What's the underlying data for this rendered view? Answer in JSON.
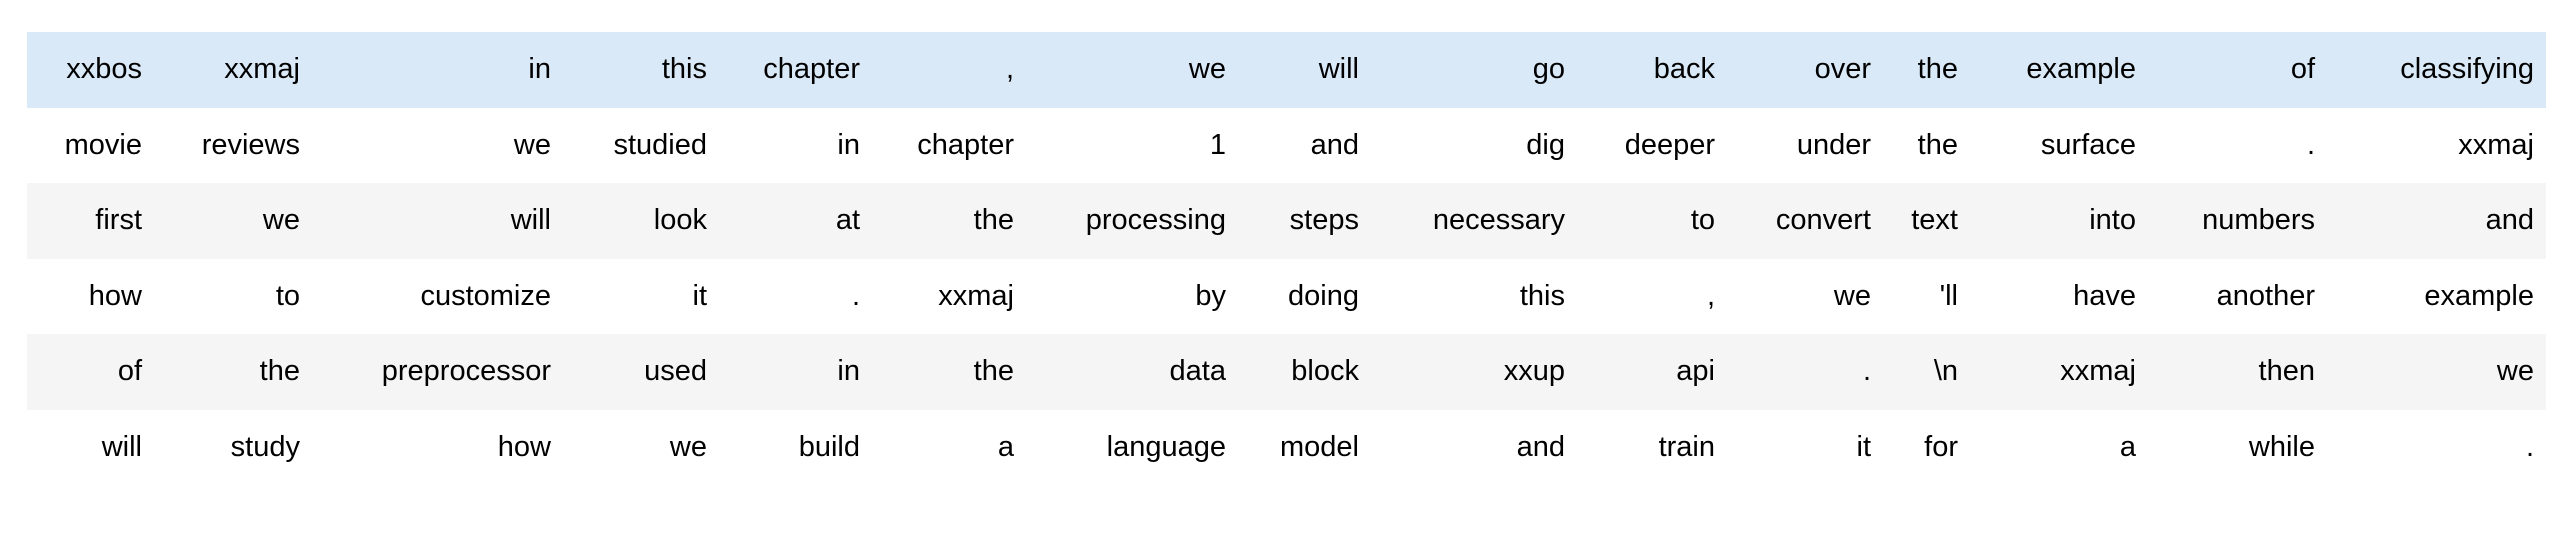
{
  "table": {
    "description_name": "tokenized-text-dataframe",
    "columns": 15,
    "highlighted_row_index": 0,
    "row_highlight_color": "#d9e9f8",
    "row_stripe_color": "#f5f5f5",
    "row_default_color": "#ffffff",
    "page_background_color": "#ffffff",
    "text_color": "#000000",
    "rows": [
      [
        "xxbos",
        "xxmaj",
        "in",
        "this",
        "chapter",
        ",",
        "we",
        "will",
        "go",
        "back",
        "over",
        "the",
        "example",
        "of",
        "classifying"
      ],
      [
        "movie",
        "reviews",
        "we",
        "studied",
        "in",
        "chapter",
        "1",
        "and",
        "dig",
        "deeper",
        "under",
        "the",
        "surface",
        ".",
        "xxmaj"
      ],
      [
        "first",
        "we",
        "will",
        "look",
        "at",
        "the",
        "processing",
        "steps",
        "necessary",
        "to",
        "convert",
        "text",
        "into",
        "numbers",
        "and"
      ],
      [
        "how",
        "to",
        "customize",
        "it",
        ".",
        "xxmaj",
        "by",
        "doing",
        "this",
        ",",
        "we",
        "'ll",
        "have",
        "another",
        "example"
      ],
      [
        "of",
        "the",
        "preprocessor",
        "used",
        "in",
        "the",
        "data",
        "block",
        "xxup",
        "api",
        ".",
        "\\n",
        "xxmaj",
        "then",
        "we"
      ],
      [
        "will",
        "study",
        "how",
        "we",
        "build",
        "a",
        "language",
        "model",
        "and",
        "train",
        "it",
        "for",
        "a",
        "while",
        "."
      ]
    ]
  }
}
